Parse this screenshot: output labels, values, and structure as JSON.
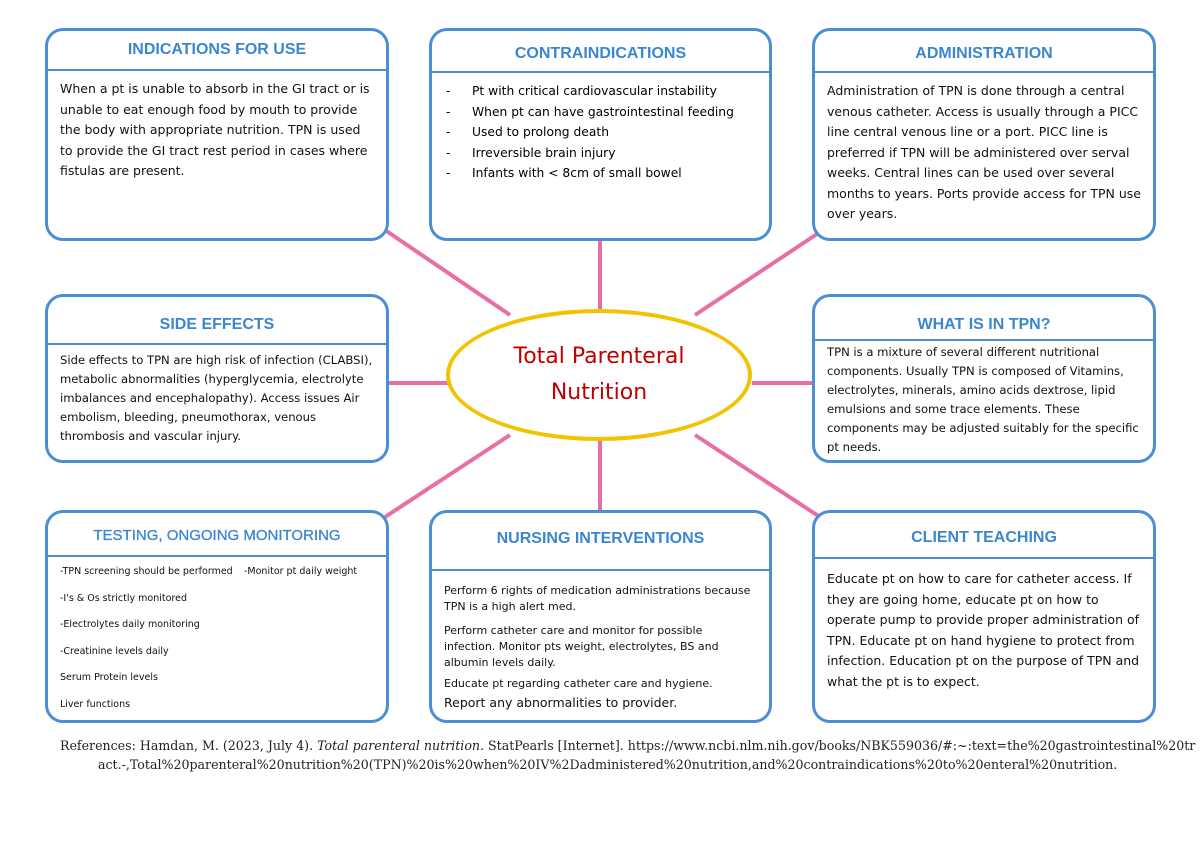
{
  "center": {
    "title": "Total Parenteral Nutrition"
  },
  "colors": {
    "border": "#4a8fd4",
    "heading": "#3b86d0",
    "connector": "#e86fa5",
    "ellipse_border": "#f2c300",
    "center_text": "#c00000"
  },
  "indications": {
    "title": "INDICATIONS FOR USE",
    "text": "When a pt is unable to absorb in the GI tract or is unable to eat enough food by mouth to provide the body with appropriate nutrition. TPN is used to provide the GI tract rest period in cases where fistulas are present."
  },
  "contraindications": {
    "title": "CONTRAINDICATIONS",
    "items": [
      "Pt with critical cardiovascular instability",
      "When pt can have gastrointestinal feeding",
      "Used to prolong death",
      "Irreversible brain injury",
      "Infants with < 8cm of small bowel"
    ]
  },
  "administration": {
    "title": "ADMINISTRATION",
    "text": "Administration of TPN is done through a central venous catheter. Access is usually through a PICC line central venous line or a port. PICC line is preferred if TPN will be administered over serval weeks. Central lines can be used over several months to years. Ports provide access for TPN use over years."
  },
  "side_effects": {
    "title": "SIDE EFFECTS",
    "text": "Side effects to TPN are high risk of infection (CLABSI), metabolic abnormalities (hyperglycemia, electrolyte imbalances and encephalopathy). Access issues Air embolism, bleeding, pneumothorax, venous thrombosis and vascular injury."
  },
  "what_is_in": {
    "title": "WHAT IS IN TPN?",
    "text": "TPN is a mixture of several different nutritional components. Usually TPN is composed of Vitamins, electrolytes, minerals, amino acids dextrose, lipid emulsions and some trace elements. These components may be adjusted suitably for the specific pt needs."
  },
  "testing": {
    "title": "TESTING, ONGOING MONITORING",
    "items": [
      "-TPN screening should be performed",
      "-I's & Os strictly monitored",
      "-Electrolytes daily monitoring",
      "-Creatinine levels daily",
      "Serum Protein levels",
      "Liver functions"
    ],
    "side_item": "-Monitor pt daily weight"
  },
  "nursing": {
    "title": "NURSING INTERVENTIONS",
    "p1": "Perform 6 rights of medication administrations because TPN is a high alert med.",
    "p2": "Perform catheter care and monitor for possible infection. Monitor pts weight, electrolytes, BS and albumin levels daily.",
    "p3": "Educate pt regarding catheter care and hygiene.",
    "p3b": " Report any abnormalities to provider."
  },
  "client_teaching": {
    "title": "CLIENT TEACHING",
    "text": "Educate pt on how to care for catheter access. If they are going home, educate pt on how to operate pump to provide proper administration of TPN. Educate pt on hand hygiene to protect from infection. Education pt on the purpose of TPN and what the pt is to expect."
  },
  "references": {
    "prefix": "References: Hamdan, M. (2023, July 4). ",
    "title": "Total parenteral nutrition",
    "rest": ". StatPearls [Internet]. https://www.ncbi.nlm.nih.gov/books/NBK559036/#:~:text=the%20gastrointestinal%20tract.-,Total%20parenteral%20nutrition%20(TPN)%20is%20when%20IV%2Dadministered%20nutrition,and%20contraindications%20to%20enteral%20nutrition."
  }
}
